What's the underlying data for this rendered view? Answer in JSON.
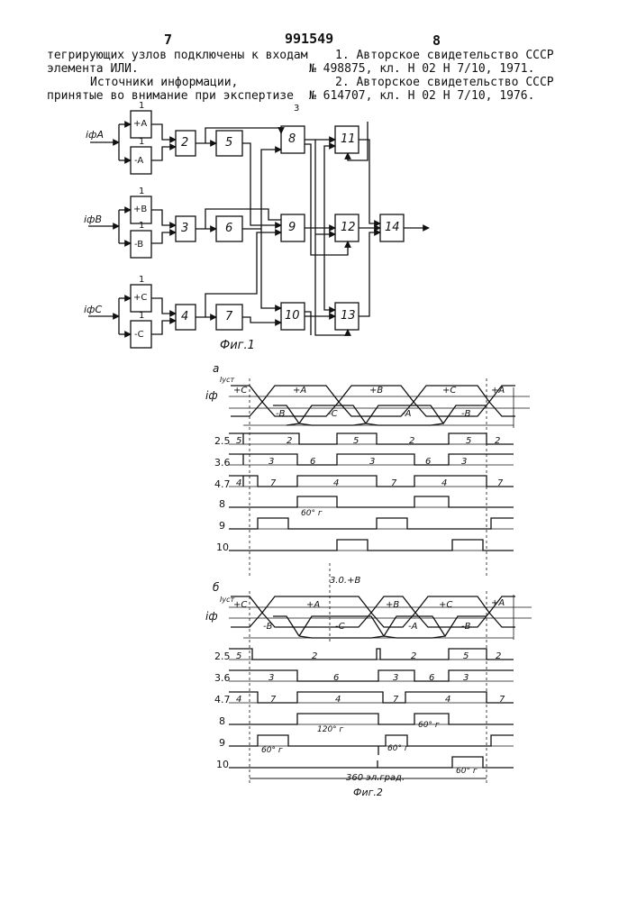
{
  "header": {
    "page_left": "7",
    "patent_number": "991549",
    "page_right": "8"
  },
  "left_column": {
    "line1": "тегрирующих узлов подключены к входам",
    "line2": "элемента ИЛИ.",
    "line3": "Источники информации,",
    "line4": "принятые во внимание при экспертизе"
  },
  "right_column": {
    "line1": "1. Авторское свидетельство СССР",
    "line2": "№ 498875, кл. Н 02 Н 7/10, 1971.",
    "line3": "2. Авторское свидетельство СССР",
    "line4": "№ 614707, кл. Н 02 Н 7/10, 1976."
  },
  "fig1": {
    "caption": "Фиг.1",
    "inputs": {
      "a": "iфA",
      "b": "iфB",
      "c": "iфC"
    },
    "threshold_blocks": [
      "+A",
      "-A",
      "+B",
      "-B",
      "+C",
      "-C"
    ],
    "one_label": "1",
    "blocks": [
      "2",
      "3",
      "4",
      "5",
      "6",
      "7",
      "8",
      "9",
      "10",
      "11",
      "12",
      "13",
      "14"
    ],
    "mark3": "3"
  },
  "fig2": {
    "caption": "Фиг.2",
    "a": {
      "letter": "а",
      "i_label": "iф",
      "iust": "Iуст",
      "upper": [
        "+C",
        "+A",
        "+B",
        "+C",
        "+A"
      ],
      "lower": [
        "-B",
        "-C",
        "-A",
        "-B"
      ],
      "row_labels": [
        "2.5",
        "3.6",
        "4.7",
        "8",
        "9",
        "10"
      ],
      "row25": [
        "5",
        "2",
        "5",
        "2",
        "5",
        "2"
      ],
      "row36": [
        "3",
        "6",
        "3",
        "6",
        "3"
      ],
      "row47": [
        "4",
        "7",
        "4",
        "7",
        "4",
        "7"
      ],
      "pulse_label": "60° г"
    },
    "b": {
      "letter": "б",
      "i_label": "iф",
      "iust": "Iуст",
      "fault_label": "3.0.+B",
      "upper": [
        "+C",
        "+A",
        "+B",
        "+C",
        "+A"
      ],
      "lower": [
        "-B",
        "-C",
        "-A",
        "-B"
      ],
      "row_labels": [
        "2.5",
        "3.6",
        "4.7",
        "8",
        "9",
        "10"
      ],
      "row25": [
        "5",
        "2",
        "2",
        "5",
        "2"
      ],
      "row36": [
        "3",
        "6",
        "3",
        "6",
        "3"
      ],
      "row47": [
        "4",
        "7",
        "4",
        "7",
        "4",
        "7"
      ],
      "pulse_labels": [
        "120° г",
        "60° г",
        "60° г",
        "60° г",
        "60° г"
      ],
      "span_label": "360 эл.град."
    }
  }
}
